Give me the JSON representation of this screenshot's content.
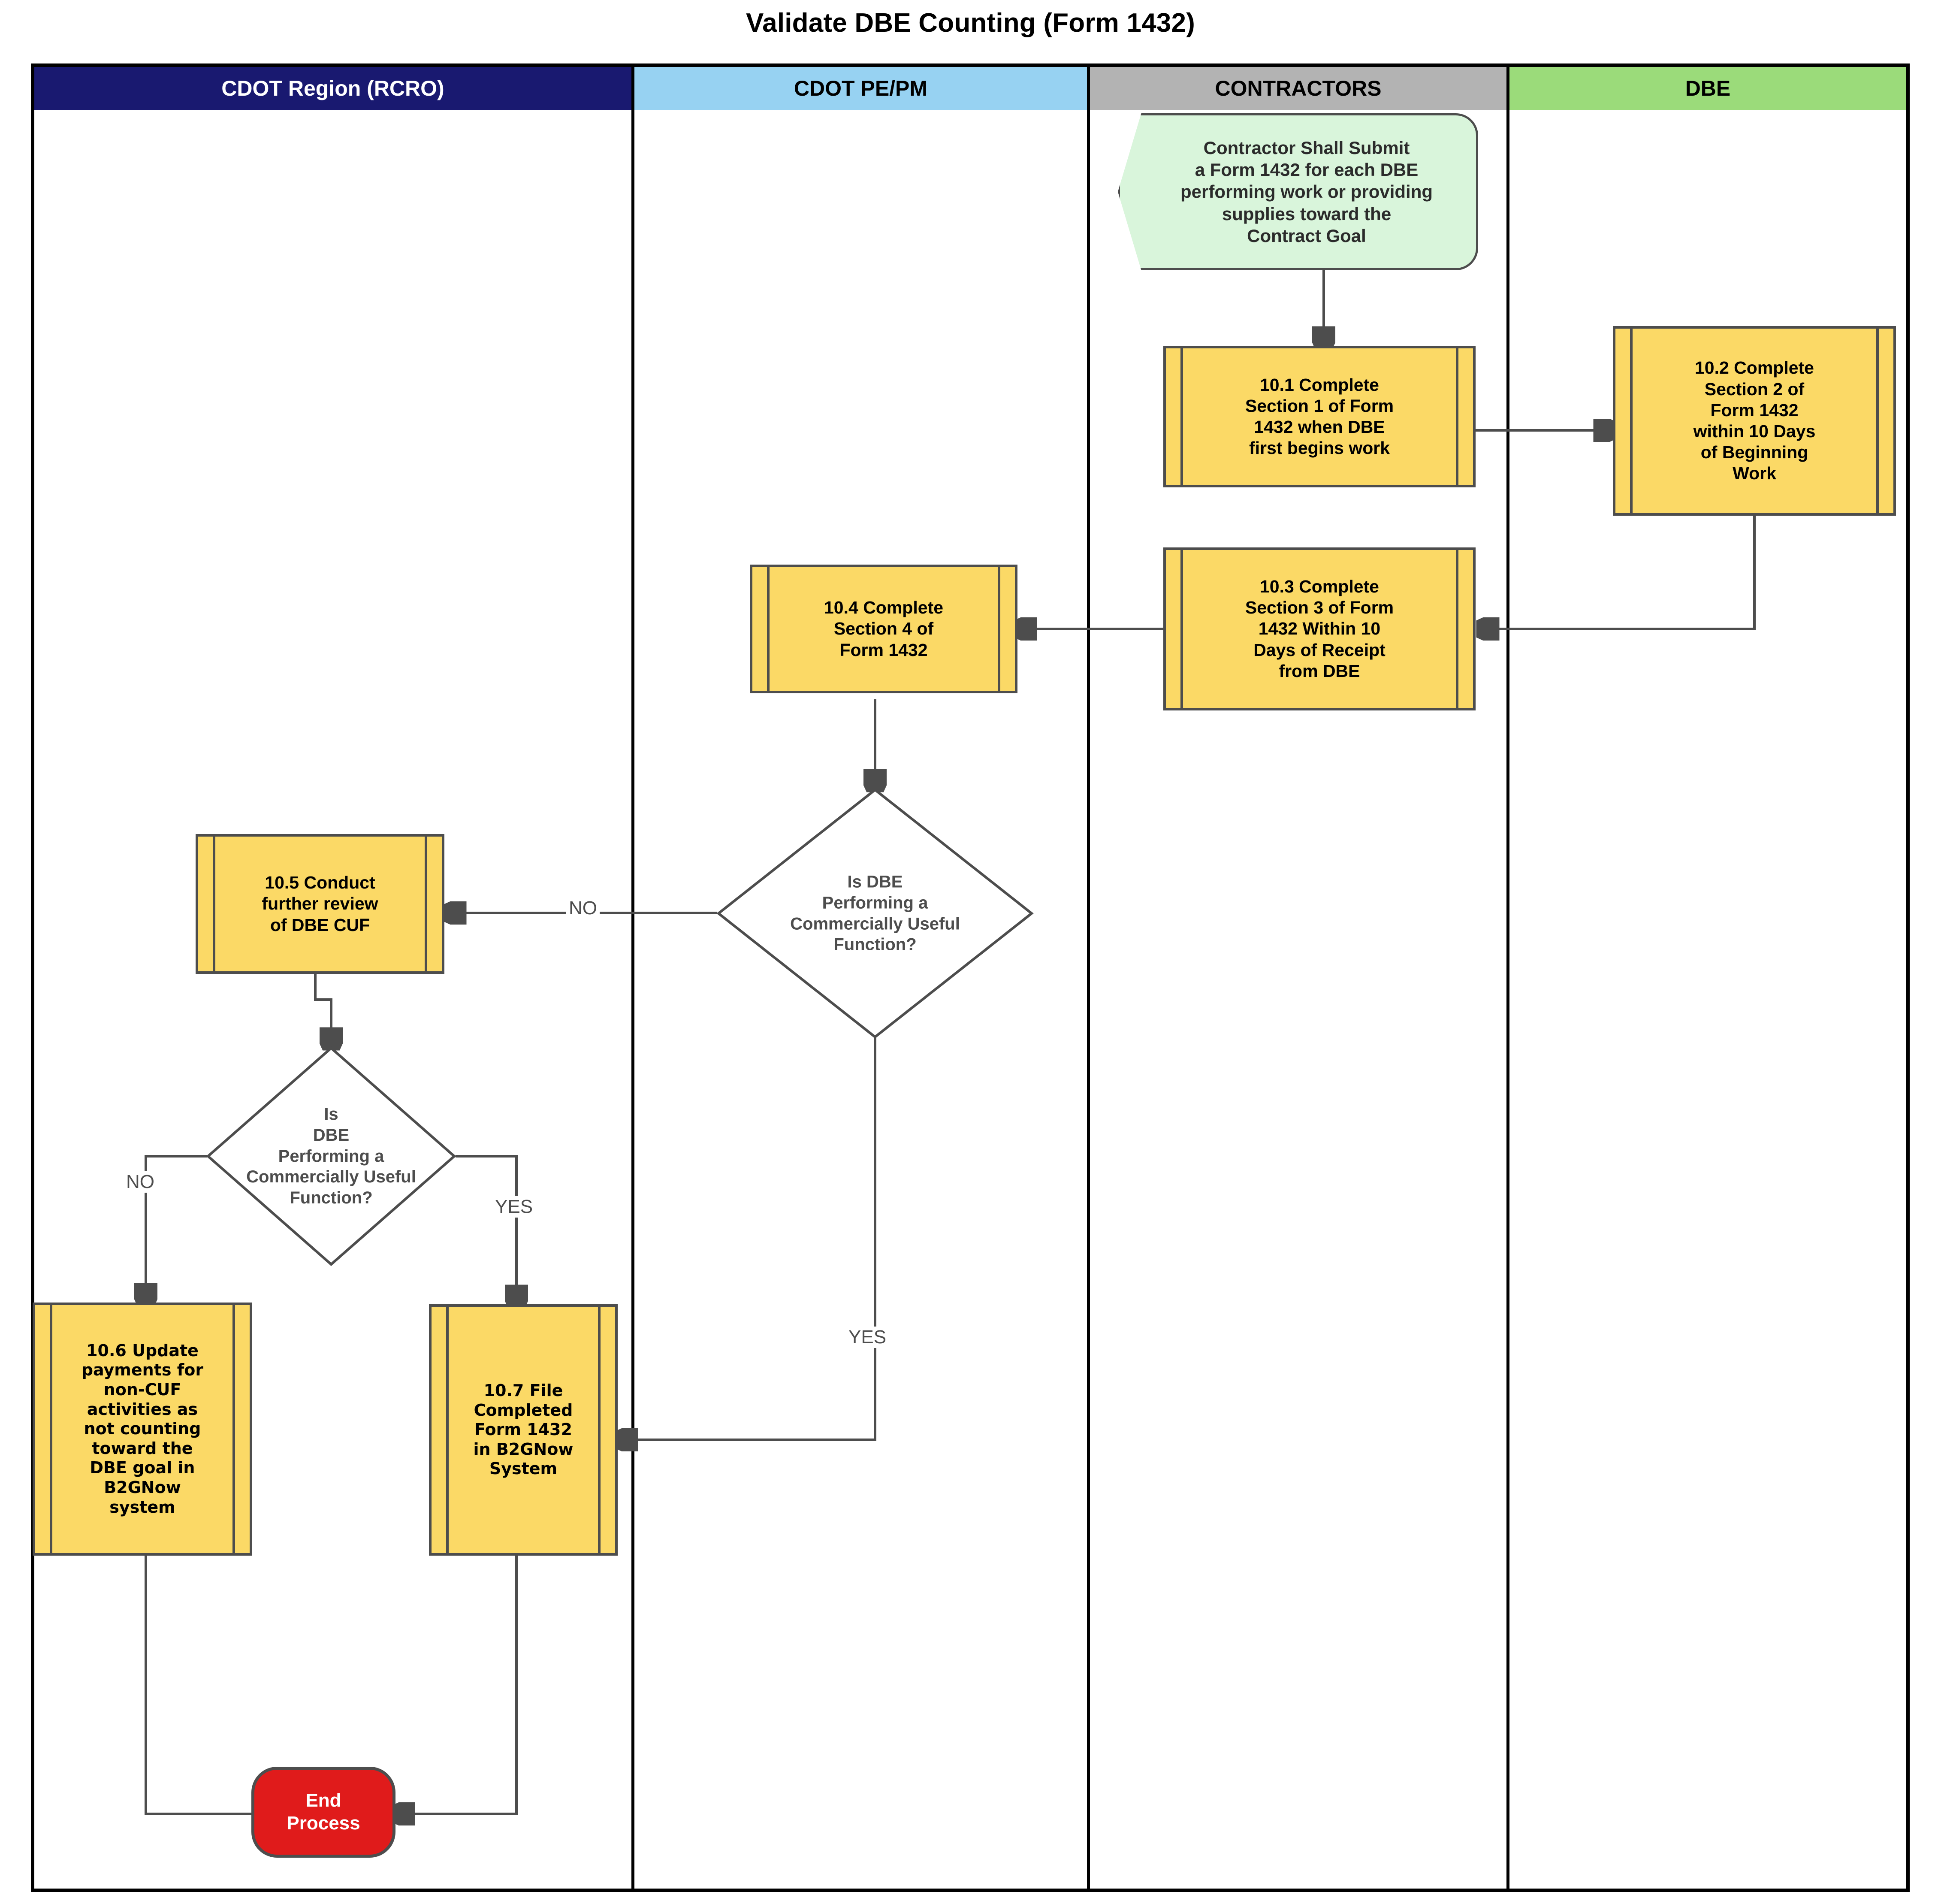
{
  "title": "Validate DBE Counting (Form 1432)",
  "lanes": [
    {
      "id": "cdot-region",
      "label": "CDOT Region (RCRO)",
      "bg": "#191970",
      "fg": "#FFFFFF"
    },
    {
      "id": "cdot-pe-pm",
      "label": "CDOT PE/PM",
      "bg": "#97D2F2",
      "fg": "#000000"
    },
    {
      "id": "contractors",
      "label": "CONTRACTORS",
      "bg": "#B3B3B3",
      "fg": "#000000"
    },
    {
      "id": "dbe",
      "label": "DBE",
      "bg": "#9BDB7A",
      "fg": "#000000"
    }
  ],
  "nodes": {
    "start": {
      "id": "start",
      "type": "start",
      "lane": "contractors",
      "text": "Contractor Shall Submit\na Form 1432 for each DBE\nperforming work or providing\nsupplies toward the\nContract Goal"
    },
    "n101": {
      "id": "10.1",
      "type": "predefined-process",
      "lane": "contractors",
      "text": "10.1 Complete\nSection 1 of Form\n1432 when DBE\nfirst begins work"
    },
    "n102": {
      "id": "10.2",
      "type": "predefined-process",
      "lane": "dbe",
      "text": "10.2 Complete\nSection 2 of\nForm 1432\nwithin 10 Days\nof Beginning\nWork"
    },
    "n103": {
      "id": "10.3",
      "type": "predefined-process",
      "lane": "contractors",
      "text": "10.3 Complete\nSection 3 of Form\n1432 Within 10\nDays of Receipt\nfrom DBE"
    },
    "n104": {
      "id": "10.4",
      "type": "predefined-process",
      "lane": "cdot-pe-pm",
      "text": "10.4 Complete\nSection 4 of\nForm 1432"
    },
    "d1": {
      "id": "decision-1",
      "type": "decision",
      "lane": "cdot-pe-pm",
      "text": "Is DBE\nPerforming a\nCommercially Useful\nFunction?"
    },
    "n105": {
      "id": "10.5",
      "type": "predefined-process",
      "lane": "cdot-region",
      "text": "10.5 Conduct\nfurther review\nof DBE CUF"
    },
    "d2": {
      "id": "decision-2",
      "type": "decision",
      "lane": "cdot-region",
      "text": "Is\nDBE\nPerforming a\nCommercially Useful\nFunction?"
    },
    "n106": {
      "id": "10.6",
      "type": "predefined-process",
      "lane": "cdot-region",
      "text": "10.6 Update\npayments for\nnon-CUF\nactivities as\nnot counting\ntoward the\nDBE goal in\nB2GNow\nsystem"
    },
    "n107": {
      "id": "10.7",
      "type": "predefined-process",
      "lane": "cdot-region",
      "text": "10.7 File\nCompleted\nForm 1432\nin B2GNow\nSystem"
    },
    "end": {
      "id": "end",
      "type": "terminator",
      "lane": "cdot-region",
      "text": "End\nProcess"
    }
  },
  "edge_labels": {
    "d1_no": "NO",
    "d1_yes": "YES",
    "d2_no": "NO",
    "d2_yes": "YES"
  },
  "colors": {
    "process_fill": "#FBD966",
    "process_stroke": "#4D4D4D",
    "start_fill": "#D9F5DB",
    "terminator_fill": "#E01B1B",
    "connector": "#4D4D4D",
    "lane_border": "#000000"
  }
}
